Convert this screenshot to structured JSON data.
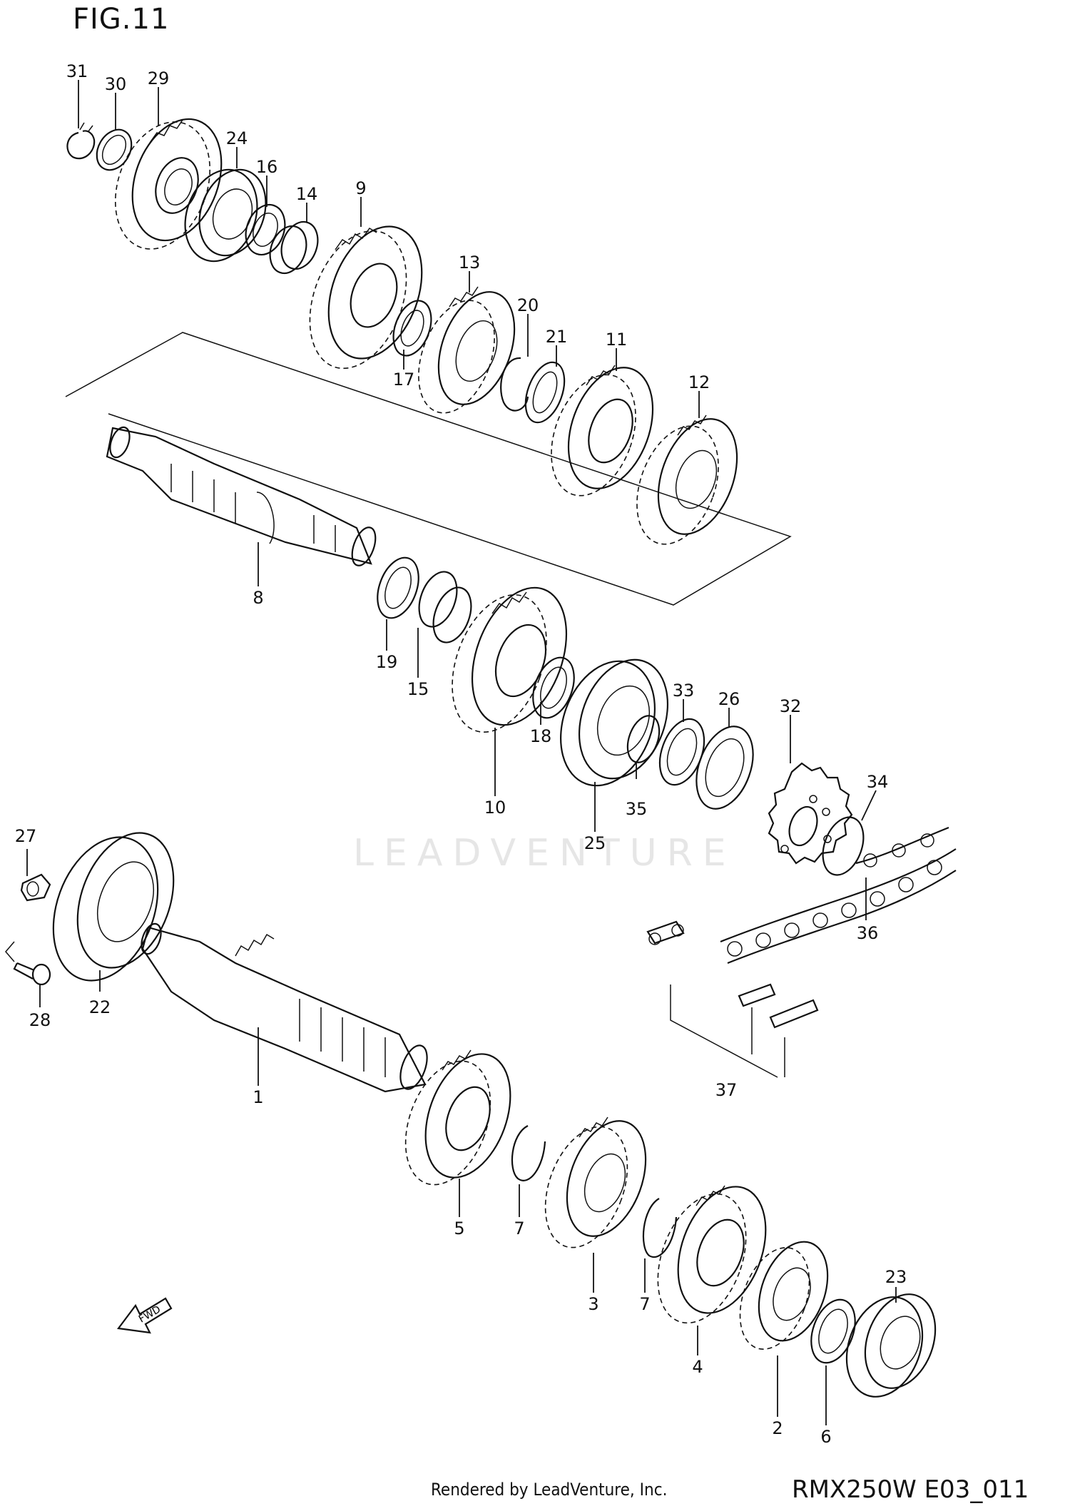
{
  "figure": {
    "title": "FIG.11"
  },
  "footer": {
    "credit": "Rendered by LeadVenture, Inc.",
    "code": "RMX250W E03_011"
  },
  "watermark": {
    "text": "LEADVENTURE"
  },
  "fwd_arrow": {
    "label": "FWD"
  },
  "callouts": [
    {
      "id": "p31",
      "num": "31"
    },
    {
      "id": "p30",
      "num": "30"
    },
    {
      "id": "p29",
      "num": "29"
    },
    {
      "id": "p24",
      "num": "24"
    },
    {
      "id": "p16",
      "num": "16"
    },
    {
      "id": "p14",
      "num": "14"
    },
    {
      "id": "p9",
      "num": "9"
    },
    {
      "id": "p13",
      "num": "13"
    },
    {
      "id": "p20",
      "num": "20"
    },
    {
      "id": "p21",
      "num": "21"
    },
    {
      "id": "p11",
      "num": "11"
    },
    {
      "id": "p12",
      "num": "12"
    },
    {
      "id": "p17",
      "num": "17"
    },
    {
      "id": "p8",
      "num": "8"
    },
    {
      "id": "p19",
      "num": "19"
    },
    {
      "id": "p15",
      "num": "15"
    },
    {
      "id": "p10",
      "num": "10"
    },
    {
      "id": "p18",
      "num": "18"
    },
    {
      "id": "p25",
      "num": "25"
    },
    {
      "id": "p35",
      "num": "35"
    },
    {
      "id": "p33",
      "num": "33"
    },
    {
      "id": "p26",
      "num": "26"
    },
    {
      "id": "p32",
      "num": "32"
    },
    {
      "id": "p34",
      "num": "34"
    },
    {
      "id": "p36",
      "num": "36"
    },
    {
      "id": "p37",
      "num": "37"
    },
    {
      "id": "p27",
      "num": "27"
    },
    {
      "id": "p22",
      "num": "22"
    },
    {
      "id": "p28",
      "num": "28"
    },
    {
      "id": "p1",
      "num": "1"
    },
    {
      "id": "p5",
      "num": "5"
    },
    {
      "id": "p7a",
      "num": "7"
    },
    {
      "id": "p3",
      "num": "3"
    },
    {
      "id": "p7b",
      "num": "7"
    },
    {
      "id": "p4",
      "num": "4"
    },
    {
      "id": "p2",
      "num": "2"
    },
    {
      "id": "p6",
      "num": "6"
    },
    {
      "id": "p23",
      "num": "23"
    }
  ]
}
